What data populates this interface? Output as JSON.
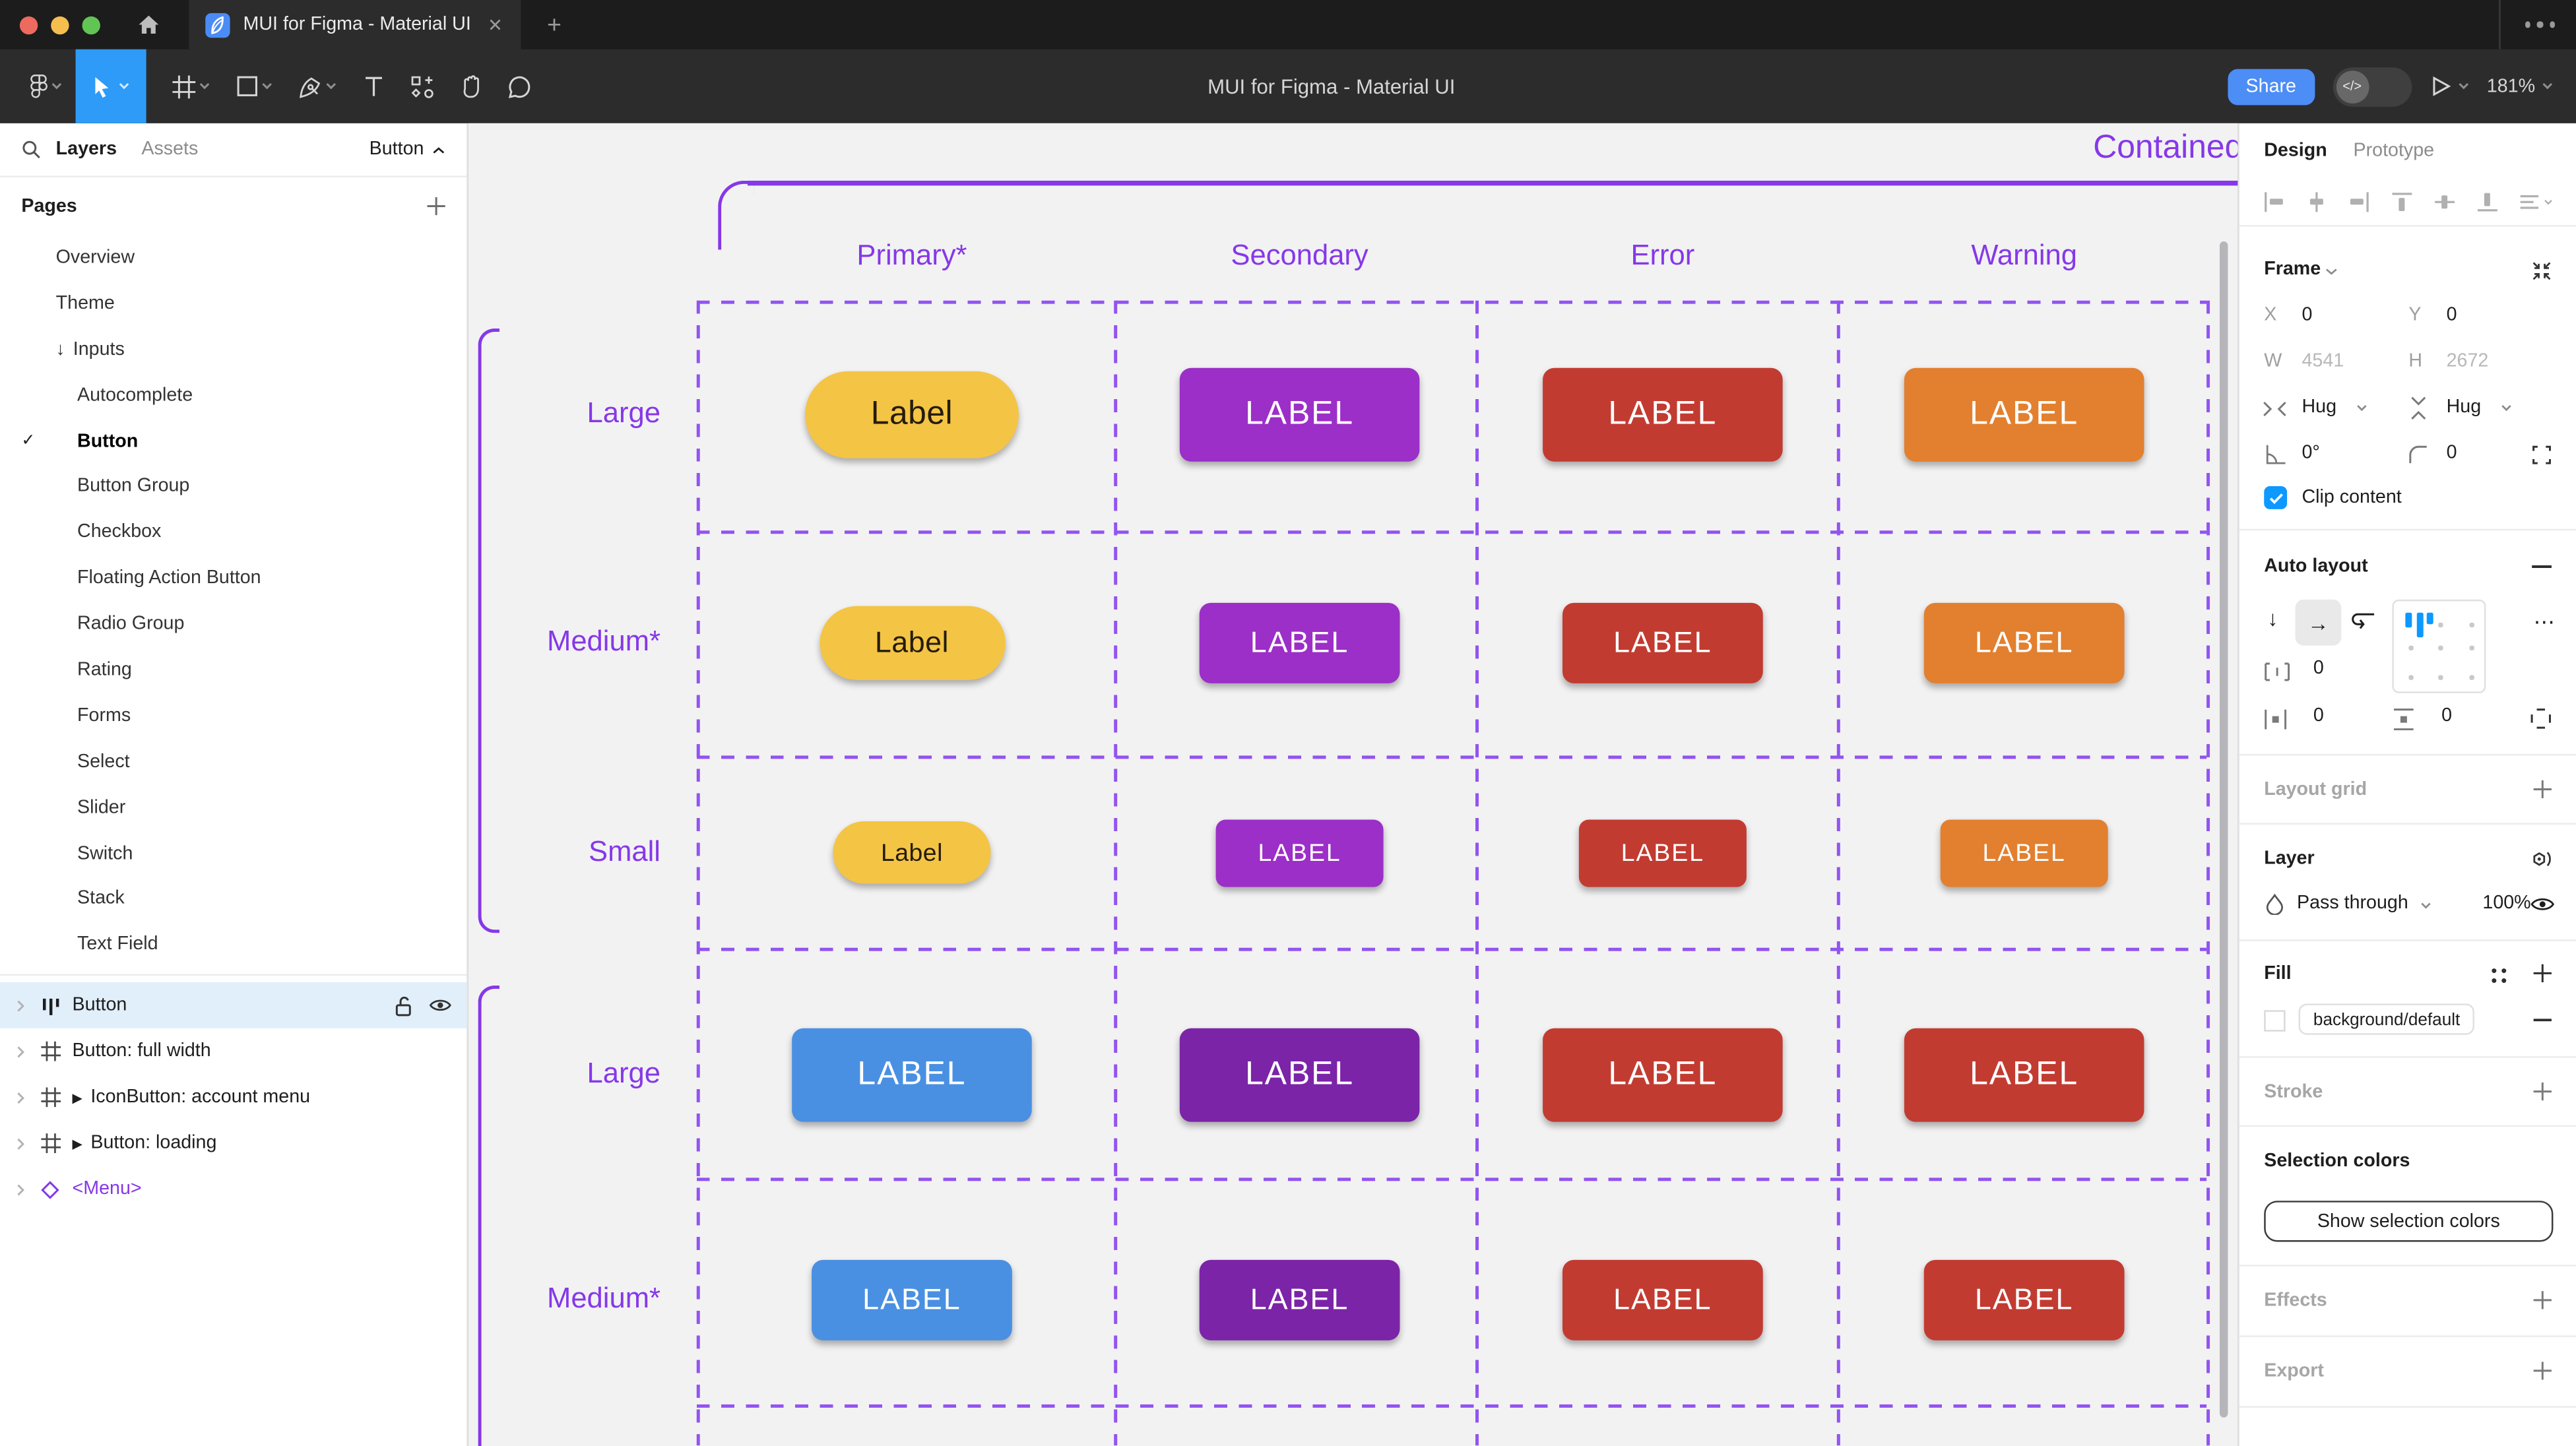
{
  "window": {
    "tab_title": "MUI for Figma - Material UI",
    "close_glyph": "✕",
    "new_tab_glyph": "+",
    "toolbar_title": "MUI for Figma - Material UI",
    "share_label": "Share",
    "dev_toggle_glyph": "</>",
    "zoom_level": "181%"
  },
  "left_panel": {
    "tabs": {
      "layers": "Layers",
      "assets": "Assets"
    },
    "page_selector": "Button",
    "pages_header": "Pages",
    "pages": [
      {
        "label": "Overview",
        "indent": 1
      },
      {
        "label": "Theme",
        "indent": 1
      },
      {
        "label": "Inputs",
        "indent": 1,
        "prefix": "↓"
      },
      {
        "label": "Autocomplete",
        "indent": 2
      },
      {
        "label": "Button",
        "indent": 2,
        "active": true,
        "check": "✓"
      },
      {
        "label": "Button Group",
        "indent": 2
      },
      {
        "label": "Checkbox",
        "indent": 2
      },
      {
        "label": "Floating Action Button",
        "indent": 2
      },
      {
        "label": "Radio Group",
        "indent": 2
      },
      {
        "label": "Rating",
        "indent": 2
      },
      {
        "label": "Forms",
        "indent": 2
      },
      {
        "label": "Select",
        "indent": 2
      },
      {
        "label": "Slider",
        "indent": 2
      },
      {
        "label": "Switch",
        "indent": 2
      },
      {
        "label": "Stack",
        "indent": 2
      },
      {
        "label": "Text Field",
        "indent": 2
      }
    ],
    "layers": [
      {
        "label": "Button",
        "icon": "auto-layout",
        "selected": true
      },
      {
        "label": "Button: full width",
        "icon": "frame"
      },
      {
        "label": "IconButton: account menu",
        "icon": "frame",
        "component": true
      },
      {
        "label": "Button: loading",
        "icon": "frame",
        "component": true
      },
      {
        "label": "<Menu>",
        "icon": "instance",
        "instance": true
      }
    ]
  },
  "canvas": {
    "section_title": "Contained",
    "annotation_color": "#8638E8",
    "columns": [
      "Primary*",
      "Secondary",
      "Error",
      "Warning"
    ],
    "palette": {
      "primary-yellow": "#F4C445",
      "secondary": "#9C2FC7",
      "error": "#C23B31",
      "warning": "#E2802F",
      "primary-blue": "#4A90E2",
      "secondary-dark": "#7B24A8",
      "text_dark": "#241C0C",
      "text_light": "#FFFFFF"
    },
    "grid": [
      {
        "row": "Large",
        "cells": [
          {
            "label": "Label",
            "variant": "primary-yellow",
            "shape": "pill",
            "size": "lg"
          },
          {
            "label": "LABEL",
            "variant": "secondary",
            "shape": "rect",
            "size": "lg"
          },
          {
            "label": "LABEL",
            "variant": "error",
            "shape": "rect",
            "size": "lg"
          },
          {
            "label": "LABEL",
            "variant": "warning",
            "shape": "rect",
            "size": "lg"
          }
        ]
      },
      {
        "row": "Medium*",
        "cells": [
          {
            "label": "Label",
            "variant": "primary-yellow",
            "shape": "pill",
            "size": "md"
          },
          {
            "label": "LABEL",
            "variant": "secondary",
            "shape": "rect",
            "size": "md"
          },
          {
            "label": "LABEL",
            "variant": "error",
            "shape": "rect",
            "size": "md"
          },
          {
            "label": "LABEL",
            "variant": "warning",
            "shape": "rect",
            "size": "md"
          }
        ]
      },
      {
        "row": "Small",
        "cells": [
          {
            "label": "Label",
            "variant": "primary-yellow",
            "shape": "pill",
            "size": "sm"
          },
          {
            "label": "LABEL",
            "variant": "secondary",
            "shape": "rect",
            "size": "sm"
          },
          {
            "label": "LABEL",
            "variant": "error",
            "shape": "rect",
            "size": "sm"
          },
          {
            "label": "LABEL",
            "variant": "warning",
            "shape": "rect",
            "size": "sm"
          }
        ]
      },
      {
        "row": "Large",
        "cells": [
          {
            "label": "LABEL",
            "variant": "primary-blue",
            "shape": "rect",
            "size": "lg"
          },
          {
            "label": "LABEL",
            "variant": "secondary-dark",
            "shape": "rect",
            "size": "lg"
          },
          {
            "label": "LABEL",
            "variant": "error",
            "shape": "rect",
            "size": "lg"
          },
          {
            "label": "LABEL",
            "variant": "error",
            "shape": "rect",
            "size": "lg"
          }
        ]
      },
      {
        "row": "Medium*",
        "cells": [
          {
            "label": "LABEL",
            "variant": "primary-blue",
            "shape": "rect",
            "size": "md"
          },
          {
            "label": "LABEL",
            "variant": "secondary-dark",
            "shape": "rect",
            "size": "md"
          },
          {
            "label": "LABEL",
            "variant": "error",
            "shape": "rect",
            "size": "md"
          },
          {
            "label": "LABEL",
            "variant": "error",
            "shape": "rect",
            "size": "md"
          }
        ]
      }
    ]
  },
  "right_panel": {
    "tabs": {
      "design": "Design",
      "prototype": "Prototype"
    },
    "frame": {
      "title": "Frame",
      "x_label": "X",
      "x_value": "0",
      "y_label": "Y",
      "y_value": "0",
      "w_label": "W",
      "w_value": "4541",
      "h_label": "H",
      "h_value": "2672",
      "hug_h": "Hug",
      "hug_v": "Hug",
      "rotation": "0°",
      "corner_radius": "0",
      "clip_label": "Clip content"
    },
    "auto_layout": {
      "title": "Auto layout",
      "down": "↓",
      "right": "→",
      "gap": "0",
      "padding_h": "0",
      "padding_v": "0",
      "more": "⋯"
    },
    "layout_grid": {
      "title": "Layout grid"
    },
    "layer": {
      "title": "Layer",
      "blend_mode": "Pass through",
      "opacity": "100%"
    },
    "fill": {
      "title": "Fill",
      "token": "background/default"
    },
    "stroke": {
      "title": "Stroke"
    },
    "selection_colors": {
      "title": "Selection colors",
      "button": "Show selection colors"
    },
    "effects": {
      "title": "Effects"
    },
    "export": {
      "title": "Export"
    }
  },
  "accent_colors": {
    "figma_tool_blue": "#2E9BF8",
    "share_blue": "#4C8DF6",
    "checkbox_blue": "#0D99FF",
    "selected_row": "#E1EFFB",
    "annotation_purple": "#8638E8"
  }
}
